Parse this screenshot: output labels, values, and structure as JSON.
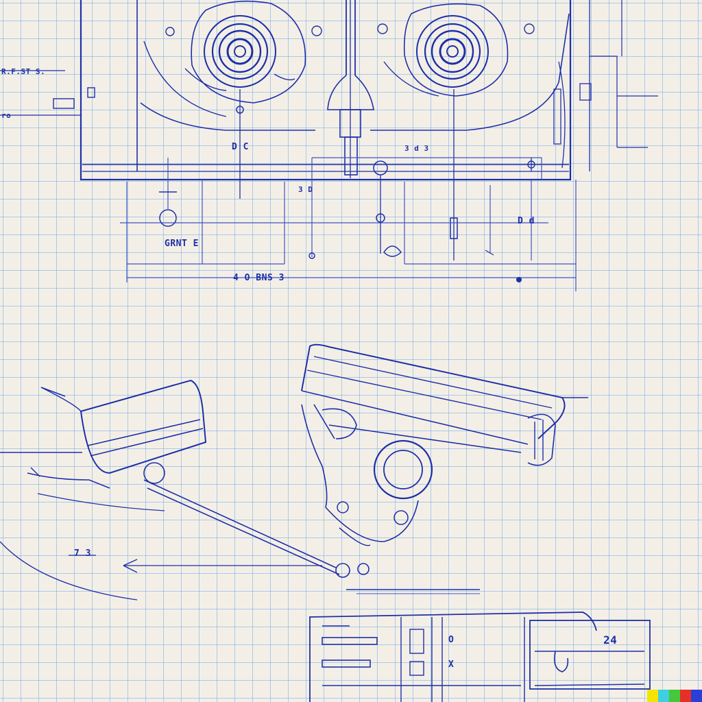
{
  "labels": {
    "left_callout_top": "R.F.ST S.",
    "left_callout_mid": "ro",
    "center_dim_a": "D C",
    "center_dim_b": "3 D",
    "right_callout_top": "3 d 3",
    "right_dim": "D d",
    "left_note": "GRNT E",
    "bottom_dim": "4 O BNS 3",
    "lower_left_callout": "7 3",
    "title_block_left_1": "",
    "title_block_mid_1": "O",
    "title_block_mid_2": "X",
    "title_block_right": "24"
  },
  "colors": {
    "ink": "#1d2fa8",
    "grid": "#6eaaeb",
    "paper": "#f4efe6",
    "swatch_1": "#f5e400",
    "swatch_2": "#3ecfe0",
    "swatch_3": "#45c83a",
    "swatch_4": "#e5302a",
    "swatch_5": "#2a3fd8"
  }
}
